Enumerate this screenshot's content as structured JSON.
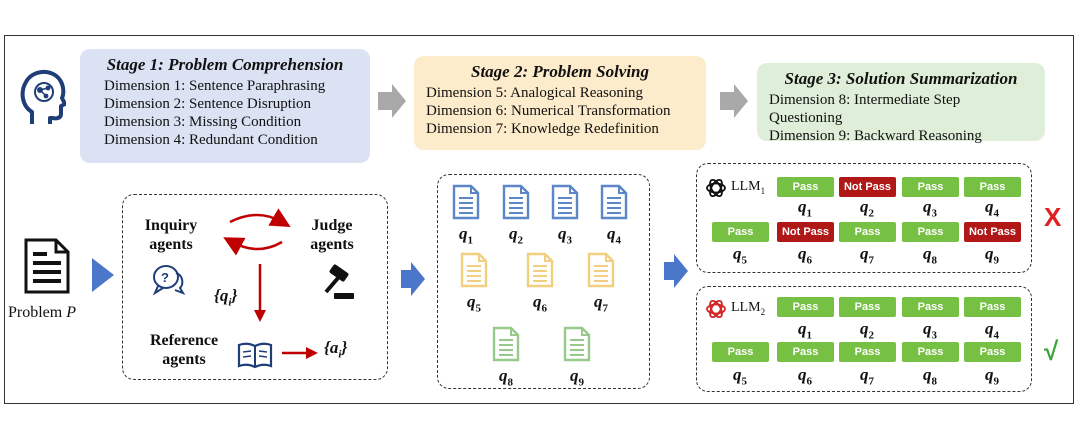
{
  "stages": [
    {
      "title": "Stage 1: Problem Comprehension",
      "dimensions": [
        "Dimension 1: Sentence Paraphrasing",
        "Dimension 2: Sentence Disruption",
        "Dimension 3: Missing Condition",
        "Dimension 4: Redundant Condition"
      ]
    },
    {
      "title": "Stage 2: Problem Solving",
      "dimensions": [
        "Dimension 5: Analogical Reasoning",
        "Dimension 6: Numerical Transformation",
        "Dimension 7: Knowledge Redefinition"
      ]
    },
    {
      "title": "Stage 3: Solution Summarization",
      "dimensions": [
        "Dimension 8: Intermediate Step Questioning",
        "Dimension 9: Backward Reasoning"
      ]
    }
  ],
  "problem": {
    "label": "Problem ",
    "symbol": "P"
  },
  "agents": {
    "inquiry": "Inquiry\nagents",
    "judge": "Judge\nagents",
    "reference": "Reference\nagents",
    "questions_set": "{q",
    "questions_sub": "i",
    "answers_set": "{a",
    "answers_sub": "i"
  },
  "colors": {
    "stage1": "#dae2f3",
    "stage2": "#fdeccb",
    "stage3": "#dfeed8",
    "doc_blue": "#5b86c8",
    "doc_yellow": "#f1cf7e",
    "doc_green": "#97c98a",
    "pass": "#76c043",
    "not_pass": "#b01818",
    "verdict_fail": "#e02020",
    "verdict_ok": "#3aa53a",
    "arrow": "#4a77c9"
  },
  "question_docs": [
    {
      "q": "q",
      "sub": "1",
      "color": "blue"
    },
    {
      "q": "q",
      "sub": "2",
      "color": "blue"
    },
    {
      "q": "q",
      "sub": "3",
      "color": "blue"
    },
    {
      "q": "q",
      "sub": "4",
      "color": "blue"
    },
    {
      "q": "q",
      "sub": "5",
      "color": "yellow"
    },
    {
      "q": "q",
      "sub": "6",
      "color": "yellow"
    },
    {
      "q": "q",
      "sub": "7",
      "color": "yellow"
    },
    {
      "q": "q",
      "sub": "8",
      "color": "green"
    },
    {
      "q": "q",
      "sub": "9",
      "color": "green"
    }
  ],
  "llms": [
    {
      "name": "LLM",
      "sub": "1",
      "verdict": "X",
      "results": [
        {
          "q": "q",
          "sub": "1",
          "status": "Pass"
        },
        {
          "q": "q",
          "sub": "2",
          "status": "Not Pass"
        },
        {
          "q": "q",
          "sub": "3",
          "status": "Pass"
        },
        {
          "q": "q",
          "sub": "4",
          "status": "Pass"
        },
        {
          "q": "q",
          "sub": "5",
          "status": "Pass"
        },
        {
          "q": "q",
          "sub": "6",
          "status": "Not Pass"
        },
        {
          "q": "q",
          "sub": "7",
          "status": "Pass"
        },
        {
          "q": "q",
          "sub": "8",
          "status": "Pass"
        },
        {
          "q": "q",
          "sub": "9",
          "status": "Not Pass"
        }
      ]
    },
    {
      "name": "LLM",
      "sub": "2",
      "verdict": "√",
      "results": [
        {
          "q": "q",
          "sub": "1",
          "status": "Pass"
        },
        {
          "q": "q",
          "sub": "2",
          "status": "Pass"
        },
        {
          "q": "q",
          "sub": "3",
          "status": "Pass"
        },
        {
          "q": "q",
          "sub": "4",
          "status": "Pass"
        },
        {
          "q": "q",
          "sub": "5",
          "status": "Pass"
        },
        {
          "q": "q",
          "sub": "6",
          "status": "Pass"
        },
        {
          "q": "q",
          "sub": "7",
          "status": "Pass"
        },
        {
          "q": "q",
          "sub": "8",
          "status": "Pass"
        },
        {
          "q": "q",
          "sub": "9",
          "status": "Pass"
        }
      ]
    }
  ]
}
